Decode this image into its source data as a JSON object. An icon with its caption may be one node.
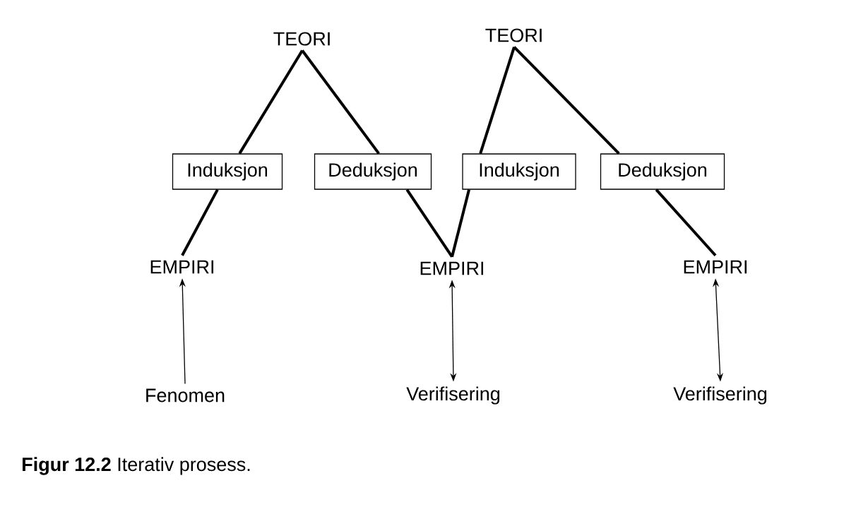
{
  "diagram": {
    "caption": "**Figur 12.2** Iterativ prosess.",
    "nodes": [
      {
        "text": [
          "TEORI"
        ]
      },
      {
        "text": [
          "TEORI"
        ]
      },
      {
        "text": [
          "Induksjon"
        ]
      },
      {
        "text": [
          "Deduksjon"
        ]
      },
      {
        "text": [
          "Induksjon"
        ]
      },
      {
        "text": [
          "Deduksjon"
        ]
      },
      {
        "text": [
          "EMPIRI"
        ]
      },
      {
        "text": [
          "EMPIRI"
        ]
      },
      {
        "text": [
          "EMPIRI"
        ]
      },
      {
        "text": [
          "Fenomen"
        ]
      },
      {
        "text": [
          "Verifisering"
        ]
      },
      {
        "text": [
          "Verifisering"
        ]
      }
    ],
    "edges": [
      {
        "from": 6,
        "to": 2,
        "arrow": "none"
      },
      {
        "from": 2,
        "to": 0,
        "arrow": "none"
      },
      {
        "from": 0,
        "to": 3,
        "arrow": "none"
      },
      {
        "from": 3,
        "to": 7,
        "arrow": "none"
      },
      {
        "from": 7,
        "to": 4,
        "arrow": "none"
      },
      {
        "from": 4,
        "to": 1,
        "arrow": "none"
      },
      {
        "from": 1,
        "to": 5,
        "arrow": "none"
      },
      {
        "from": 5,
        "to": 8,
        "arrow": "none"
      },
      {
        "from": 9,
        "to": 6,
        "arrow": "to"
      },
      {
        "from": 7,
        "to": 10,
        "arrow": "both"
      },
      {
        "from": 8,
        "to": 11,
        "arrow": "both"
      }
    ]
  }
}
